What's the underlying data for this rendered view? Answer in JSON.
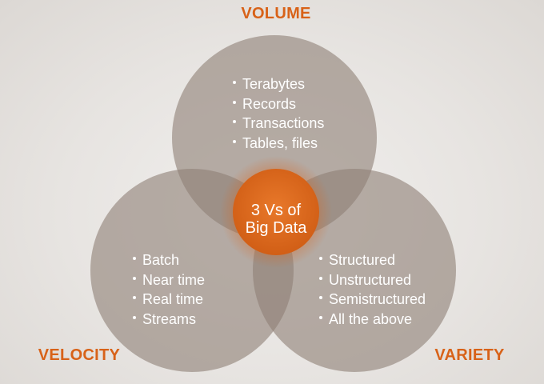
{
  "colors": {
    "accent": "#d86218",
    "circle_fill": "#8e7f75",
    "center_fill": "#db6a1f",
    "text_light": "#ffffff"
  },
  "diagram": {
    "center": {
      "line1": "3 Vs of",
      "line2": "Big Data"
    },
    "volume": {
      "title": "VOLUME",
      "items": [
        "Terabytes",
        "Records",
        "Transactions",
        "Tables, files"
      ]
    },
    "velocity": {
      "title": "VELOCITY",
      "items": [
        "Batch",
        "Near time",
        "Real time",
        "Streams"
      ]
    },
    "variety": {
      "title": "VARIETY",
      "items": [
        "Structured",
        "Unstructured",
        "Semistructured",
        "All the above"
      ]
    }
  }
}
